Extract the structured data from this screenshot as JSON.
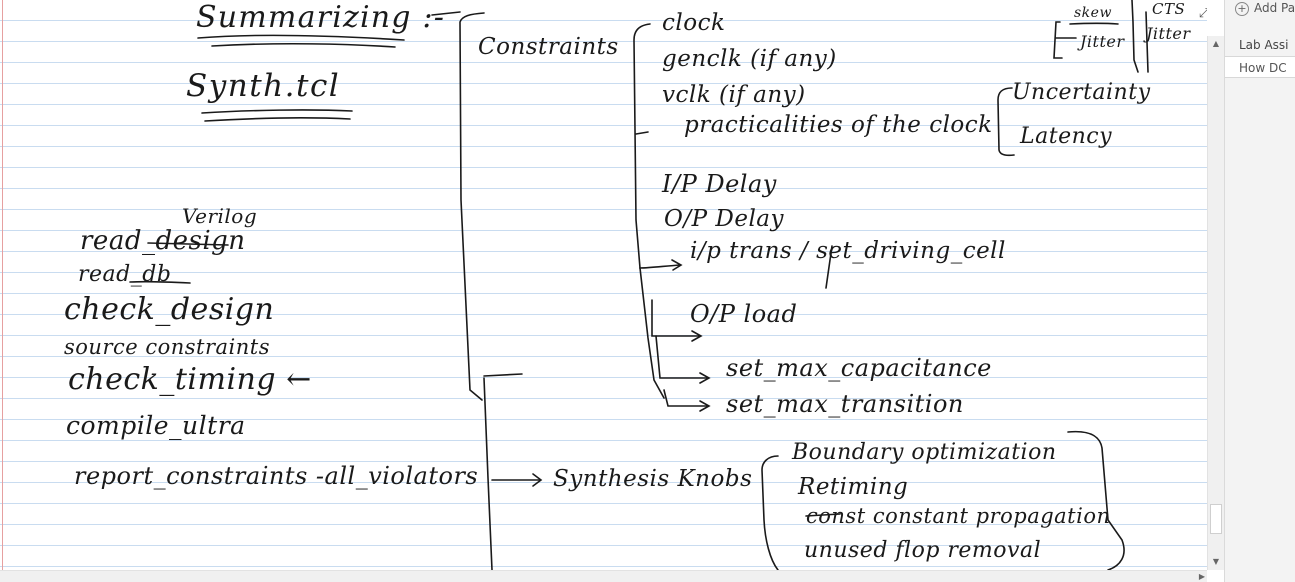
{
  "notes": {
    "title": "Summarizing :-",
    "subtitle": "Synth.tcl",
    "commands": [
      "read_design",
      "read_db",
      "check_design",
      "source constraints",
      "check_timing ←",
      "compile_ultra",
      "report_constraints -all_violators"
    ],
    "verilog_note": "Verilog",
    "branches": {
      "constraints": "Constraints",
      "synthesis_knobs": "Synthesis Knobs"
    },
    "constraint_items": [
      "clock",
      "genclk (if any)",
      "vclk (if any)",
      "practicalities of the clock",
      "I/P Delay",
      "O/P Delay",
      "i/p trans / set_driving_cell",
      "O/P load",
      "set_max_capacitance",
      "set_max_transition"
    ],
    "clock_practicalities": [
      "Uncertainty",
      "Latency"
    ],
    "uncertainty_parts": [
      "skew",
      "Jitter"
    ],
    "top_right": [
      "CTS",
      "Jitter"
    ],
    "knob_items": [
      "Boundary optimization",
      "Retiming",
      "const constant propagation",
      "unused flop removal"
    ]
  },
  "pages": {
    "add_label": "Add Pa",
    "tabs": [
      "Lab Assi",
      "How DC"
    ]
  },
  "ink_color": "#1a1a1a",
  "rule_color": "#c9dcf0",
  "margin_color": "#e6a0a0"
}
